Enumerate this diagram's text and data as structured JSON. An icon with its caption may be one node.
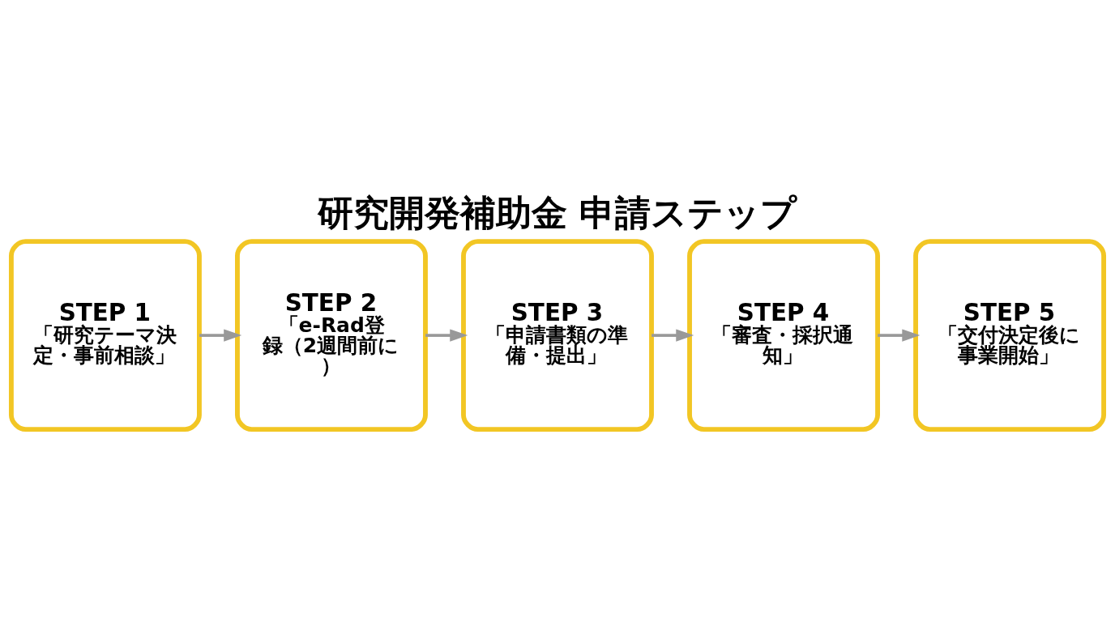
{
  "diagram": {
    "title": "研究開発補助金 申請ステップ",
    "nodes": [
      {
        "text": [
          "STEP 1",
          "「研究テーマ決定・事前相談」"
        ]
      },
      {
        "text": [
          "STEP 2",
          "「e-Rad登録（2週間前に）"
        ]
      },
      {
        "text": [
          "STEP 3",
          "「申請書類の準備・提出」"
        ]
      },
      {
        "text": [
          "STEP 4",
          "「審査・採択通知」"
        ]
      },
      {
        "text": [
          "STEP 5",
          "「交付決定後に事業開始」"
        ]
      }
    ],
    "edges": [
      {
        "from": 0,
        "to": 1,
        "arrow": "to"
      },
      {
        "from": 1,
        "to": 2,
        "arrow": "to"
      },
      {
        "from": 2,
        "to": 3,
        "arrow": "to"
      },
      {
        "from": 3,
        "to": 4,
        "arrow": "to"
      }
    ]
  }
}
